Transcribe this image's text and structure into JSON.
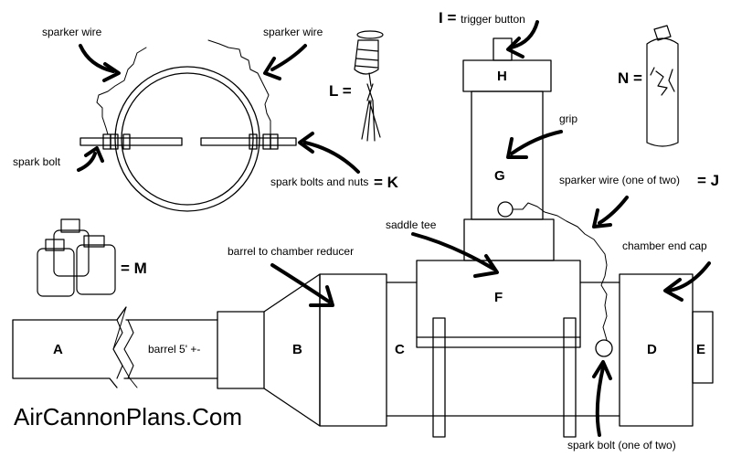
{
  "labels": {
    "sparker_wire_left": "sparker wire",
    "sparker_wire_right": "sparker wire",
    "spark_bolt": "spark bolt",
    "spark_bolts_and_nuts": "spark bolts and nuts",
    "letter_K": "= K",
    "letter_L": "L =",
    "letter_M": "= M",
    "letter_N": "N =",
    "trigger_button": "I =  trigger button",
    "grip": "grip",
    "sparker_wire_one_of_two": "sparker wire (one of two)",
    "letter_J": "= J",
    "saddle_tee": "saddle tee",
    "chamber_end_cap": "chamber end cap",
    "barrel_reducer": "barrel to chamber reducer",
    "barrel_length": "barrel 5' +-",
    "spark_bolt_one_of_two": "spark bolt (one of two)",
    "website": "AirCannonPlans.Com"
  },
  "parts": {
    "A": "A",
    "B": "B",
    "C": "C",
    "D": "D",
    "E": "E",
    "F": "F",
    "G": "G",
    "H": "H"
  }
}
